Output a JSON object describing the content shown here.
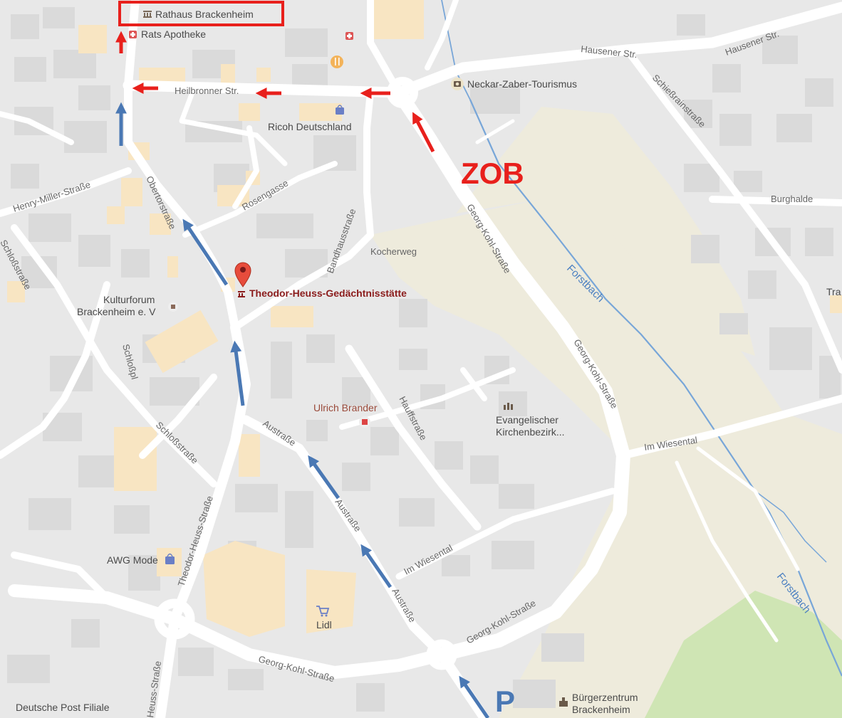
{
  "map": {
    "streets": {
      "hausener_1": "Hausener Str.",
      "hausener_2": "Hausener Str.",
      "heilbronner": "Heilbronner Str.",
      "schiessrain": "Schießrainstraße",
      "henry_miller": "Henry-Miller-Straße",
      "obertor": "Obertorstraße",
      "rosengasse": "Rosengasse",
      "bandhaus": "Bandhausstraße",
      "kocherweg": "Kocherweg",
      "georg_kohl_1": "Georg-Kohl-Straße",
      "georg_kohl_2": "Georg-Kohl-Straße",
      "georg_kohl_3": "Georg-Kohl-Straße",
      "georg_kohl_4": "Georg-Kohl-Straße",
      "burghalde": "Burghalde",
      "schloss_left": "Schloßstraße",
      "schlosspl": "Schloßpl",
      "schloss_2": "Schloßstraße",
      "hauff": "Hauffstraße",
      "austr_1": "Austraße",
      "austr_2": "Austraße",
      "austr_3": "Austraße",
      "im_wiesental_1": "Im Wiesental",
      "im_wiesental_2": "Im Wiesental",
      "theodor_heuss_str": "Theodor-Heuss-Straße",
      "heuss_str_bottom": "Heuss-Straße"
    },
    "waterways": {
      "forstbach_1": "Forstbach",
      "forstbach_2": "Forstbach"
    },
    "pois": {
      "rathaus": "Rathaus Brackenheim",
      "apotheke": "Rats Apotheke",
      "tourismus": "Neckar-Zaber-Tourismus",
      "ricoh": "Ricoh Deutschland",
      "theodor_heuss": "Theodor-Heuss-Gedächtnisstätte",
      "kulturforum_1": "Kulturforum",
      "kulturforum_2": "Brackenheim e. V",
      "ulrich": "Ulrich Brander",
      "evang_1": "Evangelischer",
      "evang_2": "Kirchenbezirk...",
      "awg": "AWG Mode",
      "lidl": "Lidl",
      "buergerzentrum_1": "Bürgerzentrum",
      "buergerzentrum_2": "Brackenheim",
      "post": "Deutsche Post Filiale",
      "edge_tra": "Tra"
    },
    "annotations": {
      "zob": "ZOB",
      "parking": "P"
    },
    "colors": {
      "background": "#e8e8e8",
      "road": "#ffffff",
      "building": "#f8e5c2",
      "park": "#eeebdc",
      "sports_field": "#cfe5b4",
      "water": "#78a6d8",
      "route_red": "#e8201c",
      "route_blue": "#4a78b4",
      "marker": "#e74c3c",
      "poi_highlight": "#8b1c1c"
    }
  }
}
